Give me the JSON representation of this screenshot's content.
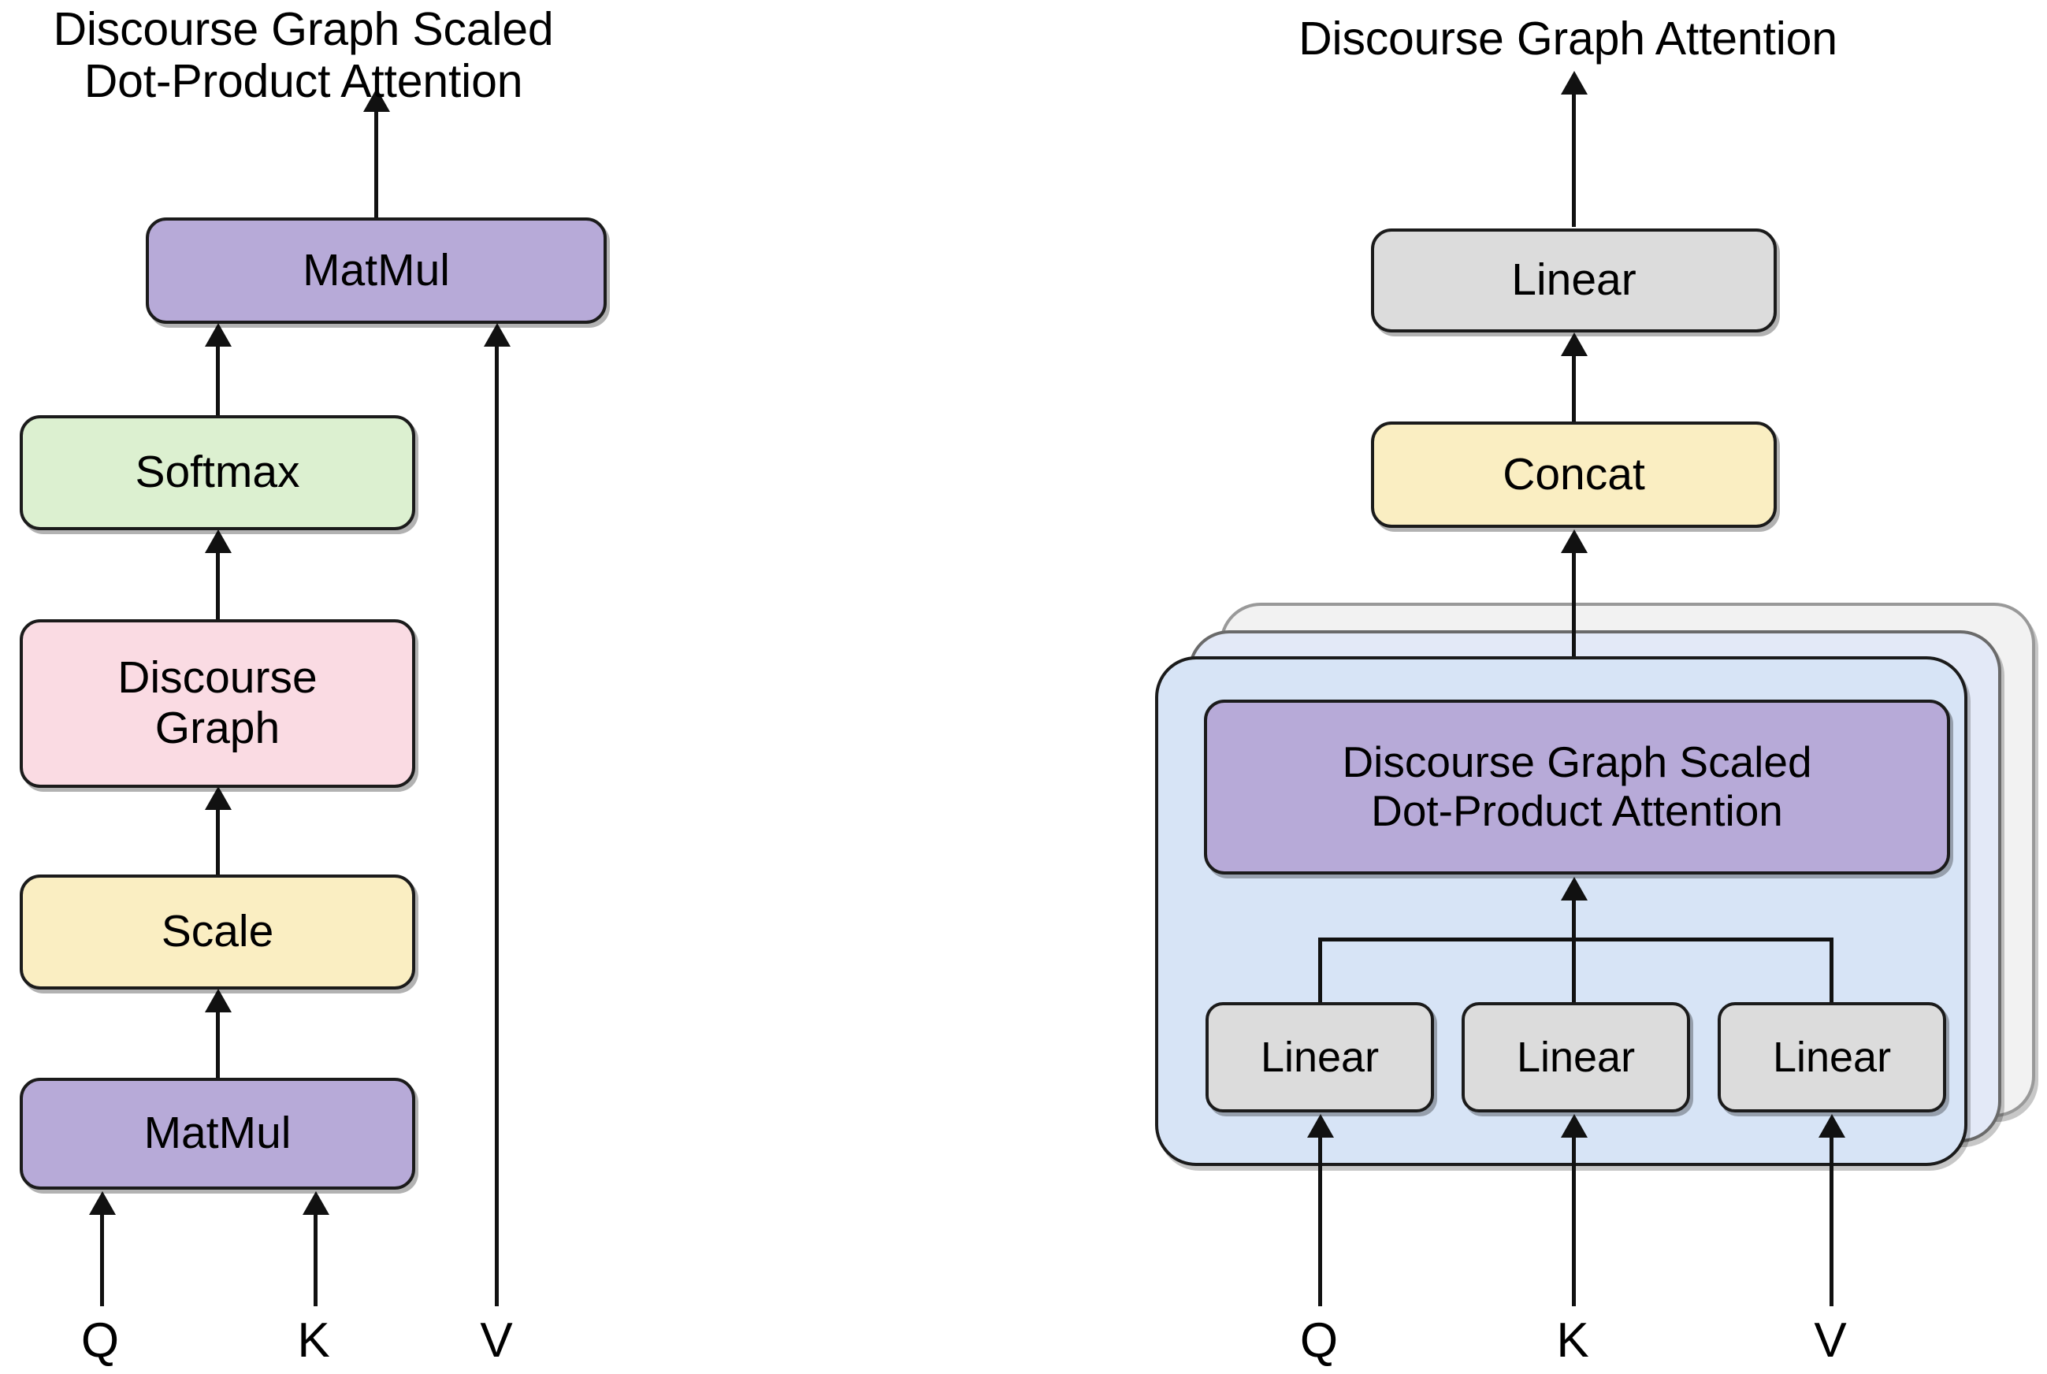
{
  "diagram": {
    "type": "architecture-block-diagram",
    "background_color": "#ffffff",
    "panels": [
      {
        "id": "left",
        "title_line1": "Discourse Graph Scaled",
        "title_line2": "Dot-Product Attention",
        "nodes": [
          {
            "id": "l-matmul-top",
            "label": "MatMul",
            "color": "#b7aad8"
          },
          {
            "id": "l-softmax",
            "label": "Softmax",
            "color": "#dcf0d0"
          },
          {
            "id": "l-dg-line1",
            "label": "Discourse",
            "color": "#fadbe3"
          },
          {
            "id": "l-dg-line2",
            "label": "Graph",
            "color": "#fadbe3"
          },
          {
            "id": "l-scale",
            "label": "Scale",
            "color": "#faeec2"
          },
          {
            "id": "l-matmul-bot",
            "label": "MatMul",
            "color": "#b7aad8"
          }
        ],
        "inputs": [
          {
            "id": "l-q",
            "label": "Q"
          },
          {
            "id": "l-k",
            "label": "K"
          },
          {
            "id": "l-v",
            "label": "V"
          }
        ]
      },
      {
        "id": "right",
        "title_line1": "Discourse Graph Attention",
        "nodes": [
          {
            "id": "r-linear-top",
            "label": "Linear",
            "color": "#dcdcdc"
          },
          {
            "id": "r-concat",
            "label": "Concat",
            "color": "#faeec2"
          },
          {
            "id": "r-attn-line1",
            "label": "Discourse Graph Scaled",
            "color": "#b7aad8"
          },
          {
            "id": "r-attn-line2",
            "label": "Dot-Product Attention",
            "color": "#b7aad8"
          },
          {
            "id": "r-linear-q",
            "label": "Linear",
            "color": "#dcdcdc"
          },
          {
            "id": "r-linear-k",
            "label": "Linear",
            "color": "#dcdcdc"
          },
          {
            "id": "r-linear-v",
            "label": "Linear",
            "color": "#dcdcdc"
          }
        ],
        "stack": {
          "layers": 3,
          "front_color": "#d7e4f6",
          "mid_color": "#e3e9f7",
          "back_color": "#f2f2f2"
        },
        "inputs": [
          {
            "id": "r-q",
            "label": "Q"
          },
          {
            "id": "r-k",
            "label": "K"
          },
          {
            "id": "r-v",
            "label": "V"
          }
        ]
      }
    ]
  }
}
